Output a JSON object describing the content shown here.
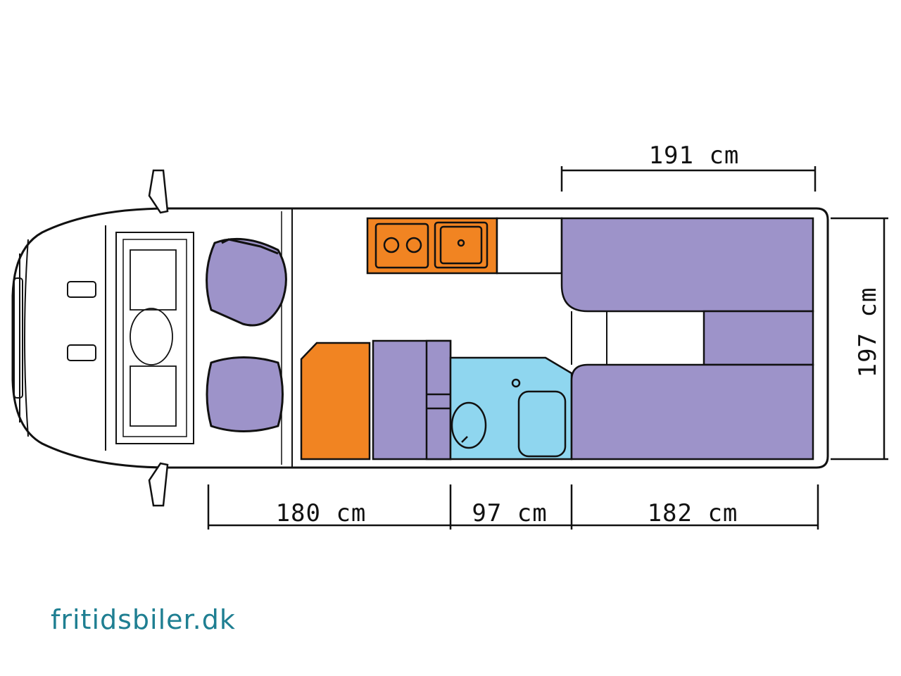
{
  "colors": {
    "bed_purple": "#9d93c9",
    "kitchen_orange": "#f18422",
    "bathroom_blue": "#8fd6ef",
    "outline": "#111111",
    "logo_teal": "#1f7f92"
  },
  "dimensions": {
    "bed_length": "191 cm",
    "interior_width": "197 cm",
    "cab_section": "180 cm",
    "bathroom_section": "97 cm",
    "bed_section": "182 cm"
  },
  "brand": {
    "site": "fritidsbiler.dk"
  }
}
